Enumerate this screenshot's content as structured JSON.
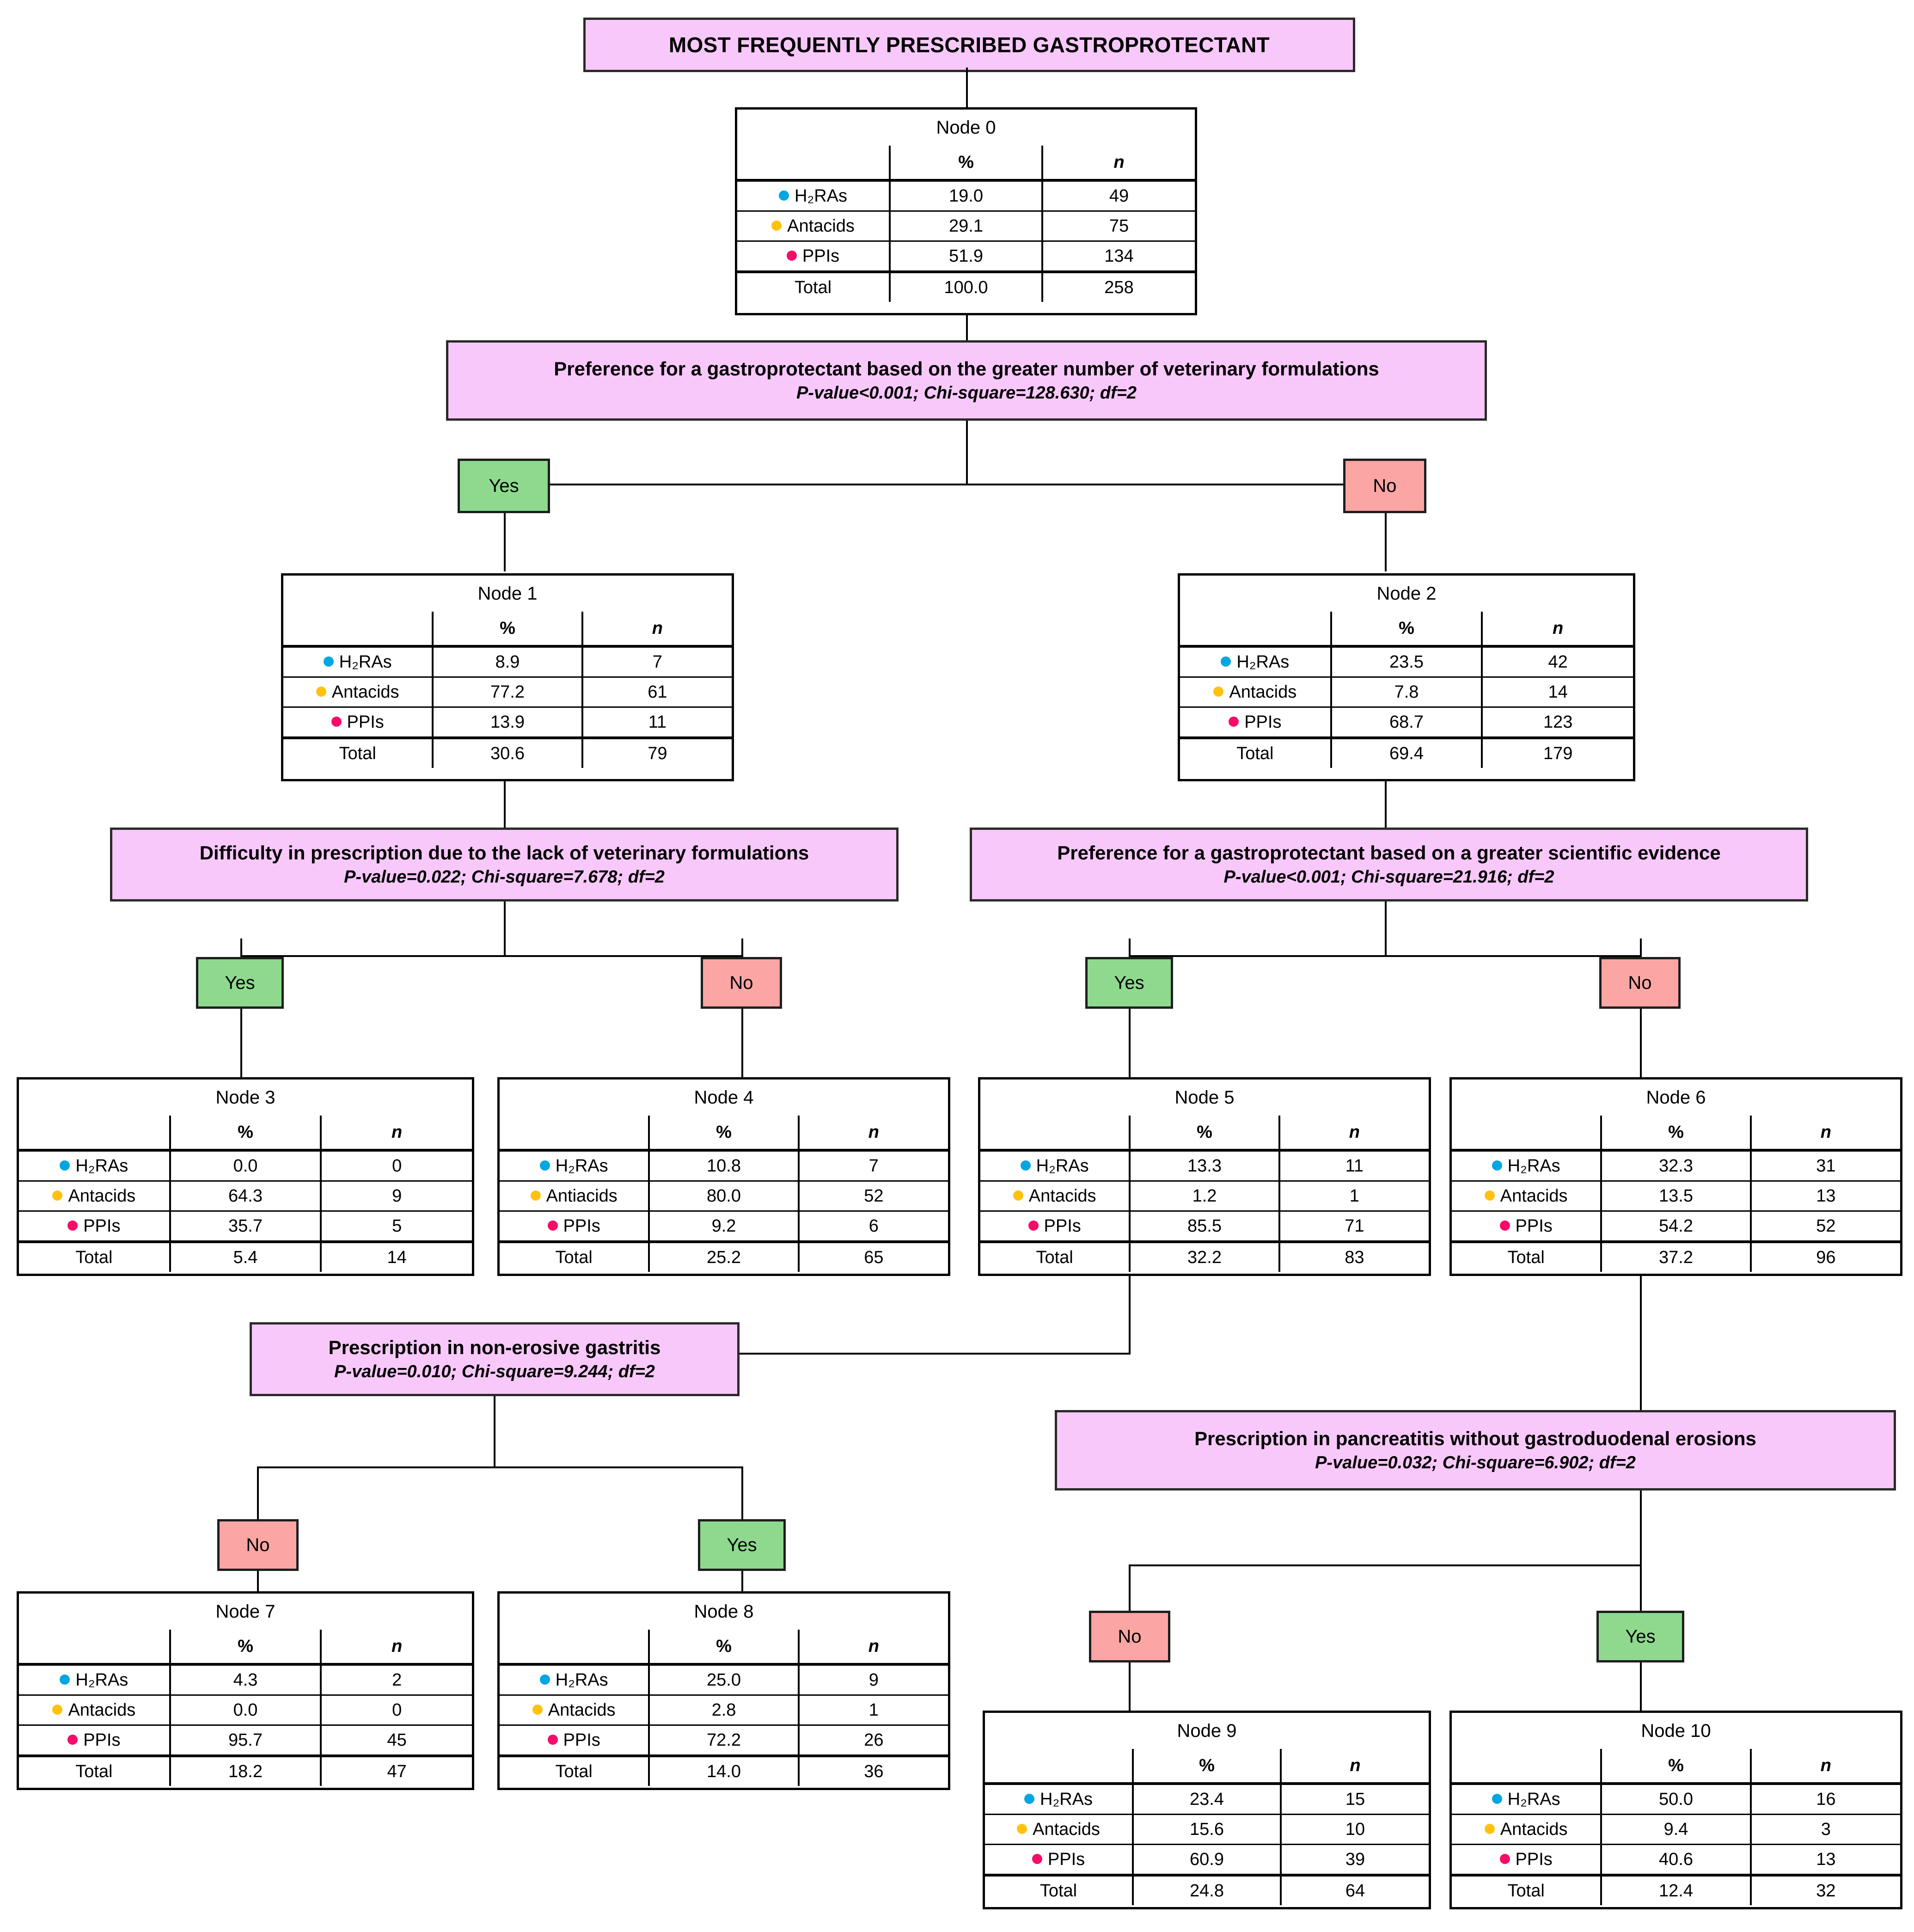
{
  "title": "MOST FREQUENTLY PRESCRIBED GASTROPROTECTANT",
  "colors": {
    "h2ras": "#00a7e1",
    "antacids": "#ffc20e",
    "ppis": "#f50d68",
    "box_fill": "#f9c8fb",
    "yes_fill": "#8ed98e",
    "no_fill": "#fba6a4"
  },
  "headers": {
    "percent": "%",
    "count": "n",
    "total": "Total"
  },
  "categories": {
    "h2ras": "H₂RAs",
    "antacids": "Antacids",
    "antacids_alt": "Antiacids",
    "ppis": "PPIs"
  },
  "branch_labels": {
    "yes": "Yes",
    "no": "No"
  },
  "splits": {
    "root": {
      "question": "Preference for a gastroprotectant based on the greater number of veterinary formulations",
      "stats": "P-value<0.001; Chi-square=128.630; df=2"
    },
    "left": {
      "question": "Difficulty in prescription due to the lack of veterinary formulations",
      "stats": "P-value=0.022; Chi-square=7.678; df=2"
    },
    "right": {
      "question": "Preference for a gastroprotectant based on a greater scientific evidence",
      "stats": "P-value<0.001; Chi-square=21.916; df=2"
    },
    "node5": {
      "question": "Prescription in non-erosive gastritis",
      "stats": "P-value=0.010; Chi-square=9.244; df=2"
    },
    "node6": {
      "question": "Prescription in pancreatitis without gastroduodenal erosions",
      "stats": "P-value=0.032; Chi-square=6.902; df=2"
    }
  },
  "nodes": {
    "n0": {
      "title": "Node 0",
      "rows": [
        {
          "cat": "H₂RAs",
          "pct": "19.0",
          "n": "49"
        },
        {
          "cat": "Antacids",
          "pct": "29.1",
          "n": "75"
        },
        {
          "cat": "PPIs",
          "pct": "51.9",
          "n": "134"
        }
      ],
      "total": {
        "label": "Total",
        "pct": "100.0",
        "n": "258"
      }
    },
    "n1": {
      "title": "Node 1",
      "rows": [
        {
          "cat": "H₂RAs",
          "pct": "8.9",
          "n": "7"
        },
        {
          "cat": "Antacids",
          "pct": "77.2",
          "n": "61"
        },
        {
          "cat": "PPIs",
          "pct": "13.9",
          "n": "11"
        }
      ],
      "total": {
        "label": "Total",
        "pct": "30.6",
        "n": "79"
      }
    },
    "n2": {
      "title": "Node 2",
      "rows": [
        {
          "cat": "H₂RAs",
          "pct": "23.5",
          "n": "42"
        },
        {
          "cat": "Antacids",
          "pct": "7.8",
          "n": "14"
        },
        {
          "cat": "PPIs",
          "pct": "68.7",
          "n": "123"
        }
      ],
      "total": {
        "label": "Total",
        "pct": "69.4",
        "n": "179"
      }
    },
    "n3": {
      "title": "Node 3",
      "rows": [
        {
          "cat": "H₂RAs",
          "pct": "0.0",
          "n": "0"
        },
        {
          "cat": "Antacids",
          "pct": "64.3",
          "n": "9"
        },
        {
          "cat": "PPIs",
          "pct": "35.7",
          "n": "5"
        }
      ],
      "total": {
        "label": "Total",
        "pct": "5.4",
        "n": "14"
      }
    },
    "n4": {
      "title": "Node 4",
      "rows": [
        {
          "cat": "H₂RAs",
          "pct": "10.8",
          "n": "7"
        },
        {
          "cat": "Antiacids",
          "pct": "80.0",
          "n": "52"
        },
        {
          "cat": "PPIs",
          "pct": "9.2",
          "n": "6"
        }
      ],
      "total": {
        "label": "Total",
        "pct": "25.2",
        "n": "65"
      }
    },
    "n5": {
      "title": "Node 5",
      "rows": [
        {
          "cat": "H₂RAs",
          "pct": "13.3",
          "n": "11"
        },
        {
          "cat": "Antacids",
          "pct": "1.2",
          "n": "1"
        },
        {
          "cat": "PPIs",
          "pct": "85.5",
          "n": "71"
        }
      ],
      "total": {
        "label": "Total",
        "pct": "32.2",
        "n": "83"
      }
    },
    "n6": {
      "title": "Node 6",
      "rows": [
        {
          "cat": "H₂RAs",
          "pct": "32.3",
          "n": "31"
        },
        {
          "cat": "Antacids",
          "pct": "13.5",
          "n": "13"
        },
        {
          "cat": "PPIs",
          "pct": "54.2",
          "n": "52"
        }
      ],
      "total": {
        "label": "Total",
        "pct": "37.2",
        "n": "96"
      }
    },
    "n7": {
      "title": "Node 7",
      "rows": [
        {
          "cat": "H₂RAs",
          "pct": "4.3",
          "n": "2"
        },
        {
          "cat": "Antacids",
          "pct": "0.0",
          "n": "0"
        },
        {
          "cat": "PPIs",
          "pct": "95.7",
          "n": "45"
        }
      ],
      "total": {
        "label": "Total",
        "pct": "18.2",
        "n": "47"
      }
    },
    "n8": {
      "title": "Node 8",
      "rows": [
        {
          "cat": "H₂RAs",
          "pct": "25.0",
          "n": "9"
        },
        {
          "cat": "Antacids",
          "pct": "2.8",
          "n": "1"
        },
        {
          "cat": "PPIs",
          "pct": "72.2",
          "n": "26"
        }
      ],
      "total": {
        "label": "Total",
        "pct": "14.0",
        "n": "36"
      }
    },
    "n9": {
      "title": "Node 9",
      "rows": [
        {
          "cat": "H₂RAs",
          "pct": "23.4",
          "n": "15"
        },
        {
          "cat": "Antacids",
          "pct": "15.6",
          "n": "10"
        },
        {
          "cat": "PPIs",
          "pct": "60.9",
          "n": "39"
        }
      ],
      "total": {
        "label": "Total",
        "pct": "24.8",
        "n": "64"
      }
    },
    "n10": {
      "title": "Node 10",
      "rows": [
        {
          "cat": "H₂RAs",
          "pct": "50.0",
          "n": "16"
        },
        {
          "cat": "Antacids",
          "pct": "9.4",
          "n": "3"
        },
        {
          "cat": "PPIs",
          "pct": "40.6",
          "n": "13"
        }
      ],
      "total": {
        "label": "Total",
        "pct": "12.4",
        "n": "32"
      }
    }
  },
  "chart_data": {
    "type": "table",
    "title": "MOST FREQUENTLY PRESCRIBED GASTROPROTECTANT",
    "categories": [
      "H2RAs",
      "Antacids",
      "PPIs"
    ],
    "nodes": [
      {
        "node": "Node 0",
        "pct": [
          19.0,
          29.1,
          51.9
        ],
        "n": [
          49,
          75,
          134
        ],
        "total_pct": 100.0,
        "total_n": 258
      },
      {
        "node": "Node 1",
        "pct": [
          8.9,
          77.2,
          13.9
        ],
        "n": [
          7,
          61,
          11
        ],
        "total_pct": 30.6,
        "total_n": 79
      },
      {
        "node": "Node 2",
        "pct": [
          23.5,
          7.8,
          68.7
        ],
        "n": [
          42,
          14,
          123
        ],
        "total_pct": 69.4,
        "total_n": 179
      },
      {
        "node": "Node 3",
        "pct": [
          0.0,
          64.3,
          35.7
        ],
        "n": [
          0,
          9,
          5
        ],
        "total_pct": 5.4,
        "total_n": 14
      },
      {
        "node": "Node 4",
        "pct": [
          10.8,
          80.0,
          9.2
        ],
        "n": [
          7,
          52,
          6
        ],
        "total_pct": 25.2,
        "total_n": 65
      },
      {
        "node": "Node 5",
        "pct": [
          13.3,
          1.2,
          85.5
        ],
        "n": [
          11,
          1,
          71
        ],
        "total_pct": 32.2,
        "total_n": 83
      },
      {
        "node": "Node 6",
        "pct": [
          32.3,
          13.5,
          54.2
        ],
        "n": [
          31,
          13,
          52
        ],
        "total_pct": 37.2,
        "total_n": 96
      },
      {
        "node": "Node 7",
        "pct": [
          4.3,
          0.0,
          95.7
        ],
        "n": [
          2,
          0,
          45
        ],
        "total_pct": 18.2,
        "total_n": 47
      },
      {
        "node": "Node 8",
        "pct": [
          25.0,
          2.8,
          72.2
        ],
        "n": [
          9,
          1,
          26
        ],
        "total_pct": 14.0,
        "total_n": 36
      },
      {
        "node": "Node 9",
        "pct": [
          23.4,
          15.6,
          60.9
        ],
        "n": [
          15,
          10,
          39
        ],
        "total_pct": 24.8,
        "total_n": 64
      },
      {
        "node": "Node 10",
        "pct": [
          50.0,
          9.4,
          40.6
        ],
        "n": [
          16,
          3,
          13
        ],
        "total_pct": 12.4,
        "total_n": 32
      }
    ],
    "splits": [
      {
        "parent": "Node 0",
        "question": "Preference for a gastroprotectant based on the greater number of veterinary formulations",
        "p_value": "<0.001",
        "chi_square": 128.63,
        "df": 2,
        "children": [
          {
            "branch": "Yes",
            "node": "Node 1"
          },
          {
            "branch": "No",
            "node": "Node 2"
          }
        ]
      },
      {
        "parent": "Node 1",
        "question": "Difficulty in prescription due to the lack of veterinary formulations",
        "p_value": "0.022",
        "chi_square": 7.678,
        "df": 2,
        "children": [
          {
            "branch": "Yes",
            "node": "Node 3"
          },
          {
            "branch": "No",
            "node": "Node 4"
          }
        ]
      },
      {
        "parent": "Node 2",
        "question": "Preference for a gastroprotectant based on a greater scientific evidence",
        "p_value": "<0.001",
        "chi_square": 21.916,
        "df": 2,
        "children": [
          {
            "branch": "Yes",
            "node": "Node 5"
          },
          {
            "branch": "No",
            "node": "Node 6"
          }
        ]
      },
      {
        "parent": "Node 5",
        "question": "Prescription in non-erosive gastritis",
        "p_value": "0.010",
        "chi_square": 9.244,
        "df": 2,
        "children": [
          {
            "branch": "No",
            "node": "Node 7"
          },
          {
            "branch": "Yes",
            "node": "Node 8"
          }
        ]
      },
      {
        "parent": "Node 6",
        "question": "Prescription in pancreatitis without gastroduodenal erosions",
        "p_value": "0.032",
        "chi_square": 6.902,
        "df": 2,
        "children": [
          {
            "branch": "No",
            "node": "Node 9"
          },
          {
            "branch": "Yes",
            "node": "Node 10"
          }
        ]
      }
    ]
  }
}
